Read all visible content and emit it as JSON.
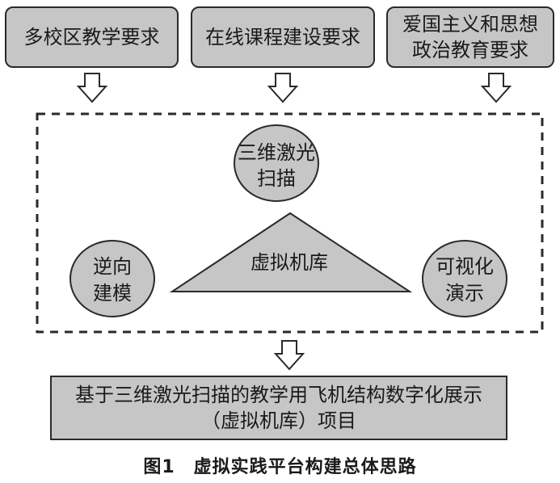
{
  "top_boxes": [
    {
      "lines": [
        "多校区教学要求"
      ]
    },
    {
      "lines": [
        "在线课程建设要求"
      ]
    },
    {
      "lines": [
        "爱国主义和思想",
        "政治教育要求"
      ]
    }
  ],
  "circles": {
    "top": {
      "lines": [
        "三维激光",
        "扫描"
      ]
    },
    "left": {
      "lines": [
        "逆向",
        "建模"
      ]
    },
    "right": {
      "lines": [
        "可视化",
        "演示"
      ]
    }
  },
  "triangle_label": "虚拟机库",
  "bottom_box": {
    "lines": [
      "基于三维激光扫描的教学用飞机结构数字化展示",
      "（虚拟机库）项目"
    ]
  },
  "caption": "图1　虚拟实践平台构建总体思路",
  "colors": {
    "box_fill": "#c6c6c6",
    "stroke": "#2a2a2a",
    "background": "#ffffff"
  }
}
